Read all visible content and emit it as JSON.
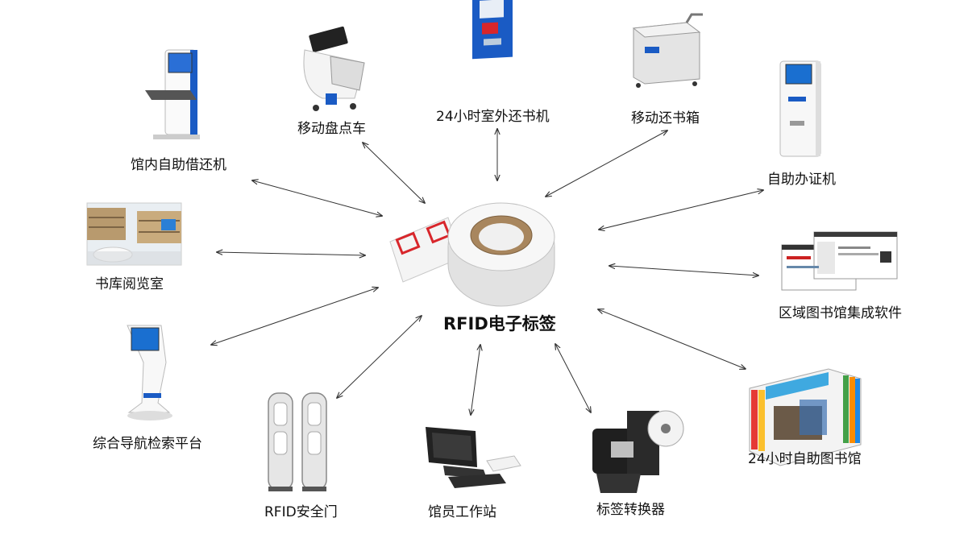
{
  "center": {
    "label": "RFID电子标签"
  },
  "nodes": [
    {
      "id": "self-checkout",
      "label": "馆内自助借还机"
    },
    {
      "id": "inventory-cart",
      "label": "移动盘点车"
    },
    {
      "id": "outdoor-return",
      "label": "24小时室外还书机"
    },
    {
      "id": "mobile-return-box",
      "label": "移动还书箱"
    },
    {
      "id": "card-issuing",
      "label": "自助办证机"
    },
    {
      "id": "reading-room",
      "label": "书库阅览室"
    },
    {
      "id": "regional-software",
      "label": "区域图书馆集成软件"
    },
    {
      "id": "guide-kiosk",
      "label": "综合导航检索平台"
    },
    {
      "id": "self-library",
      "label": "24小时自助图书馆"
    },
    {
      "id": "security-gate",
      "label": "RFID安全门"
    },
    {
      "id": "staff-station",
      "label": "馆员工作站"
    },
    {
      "id": "tag-converter",
      "label": "标签转换器"
    }
  ],
  "colors": {
    "arrow": "#333333",
    "kiosk_blue": "#1a5bc4",
    "tag_red": "#d8262b"
  }
}
